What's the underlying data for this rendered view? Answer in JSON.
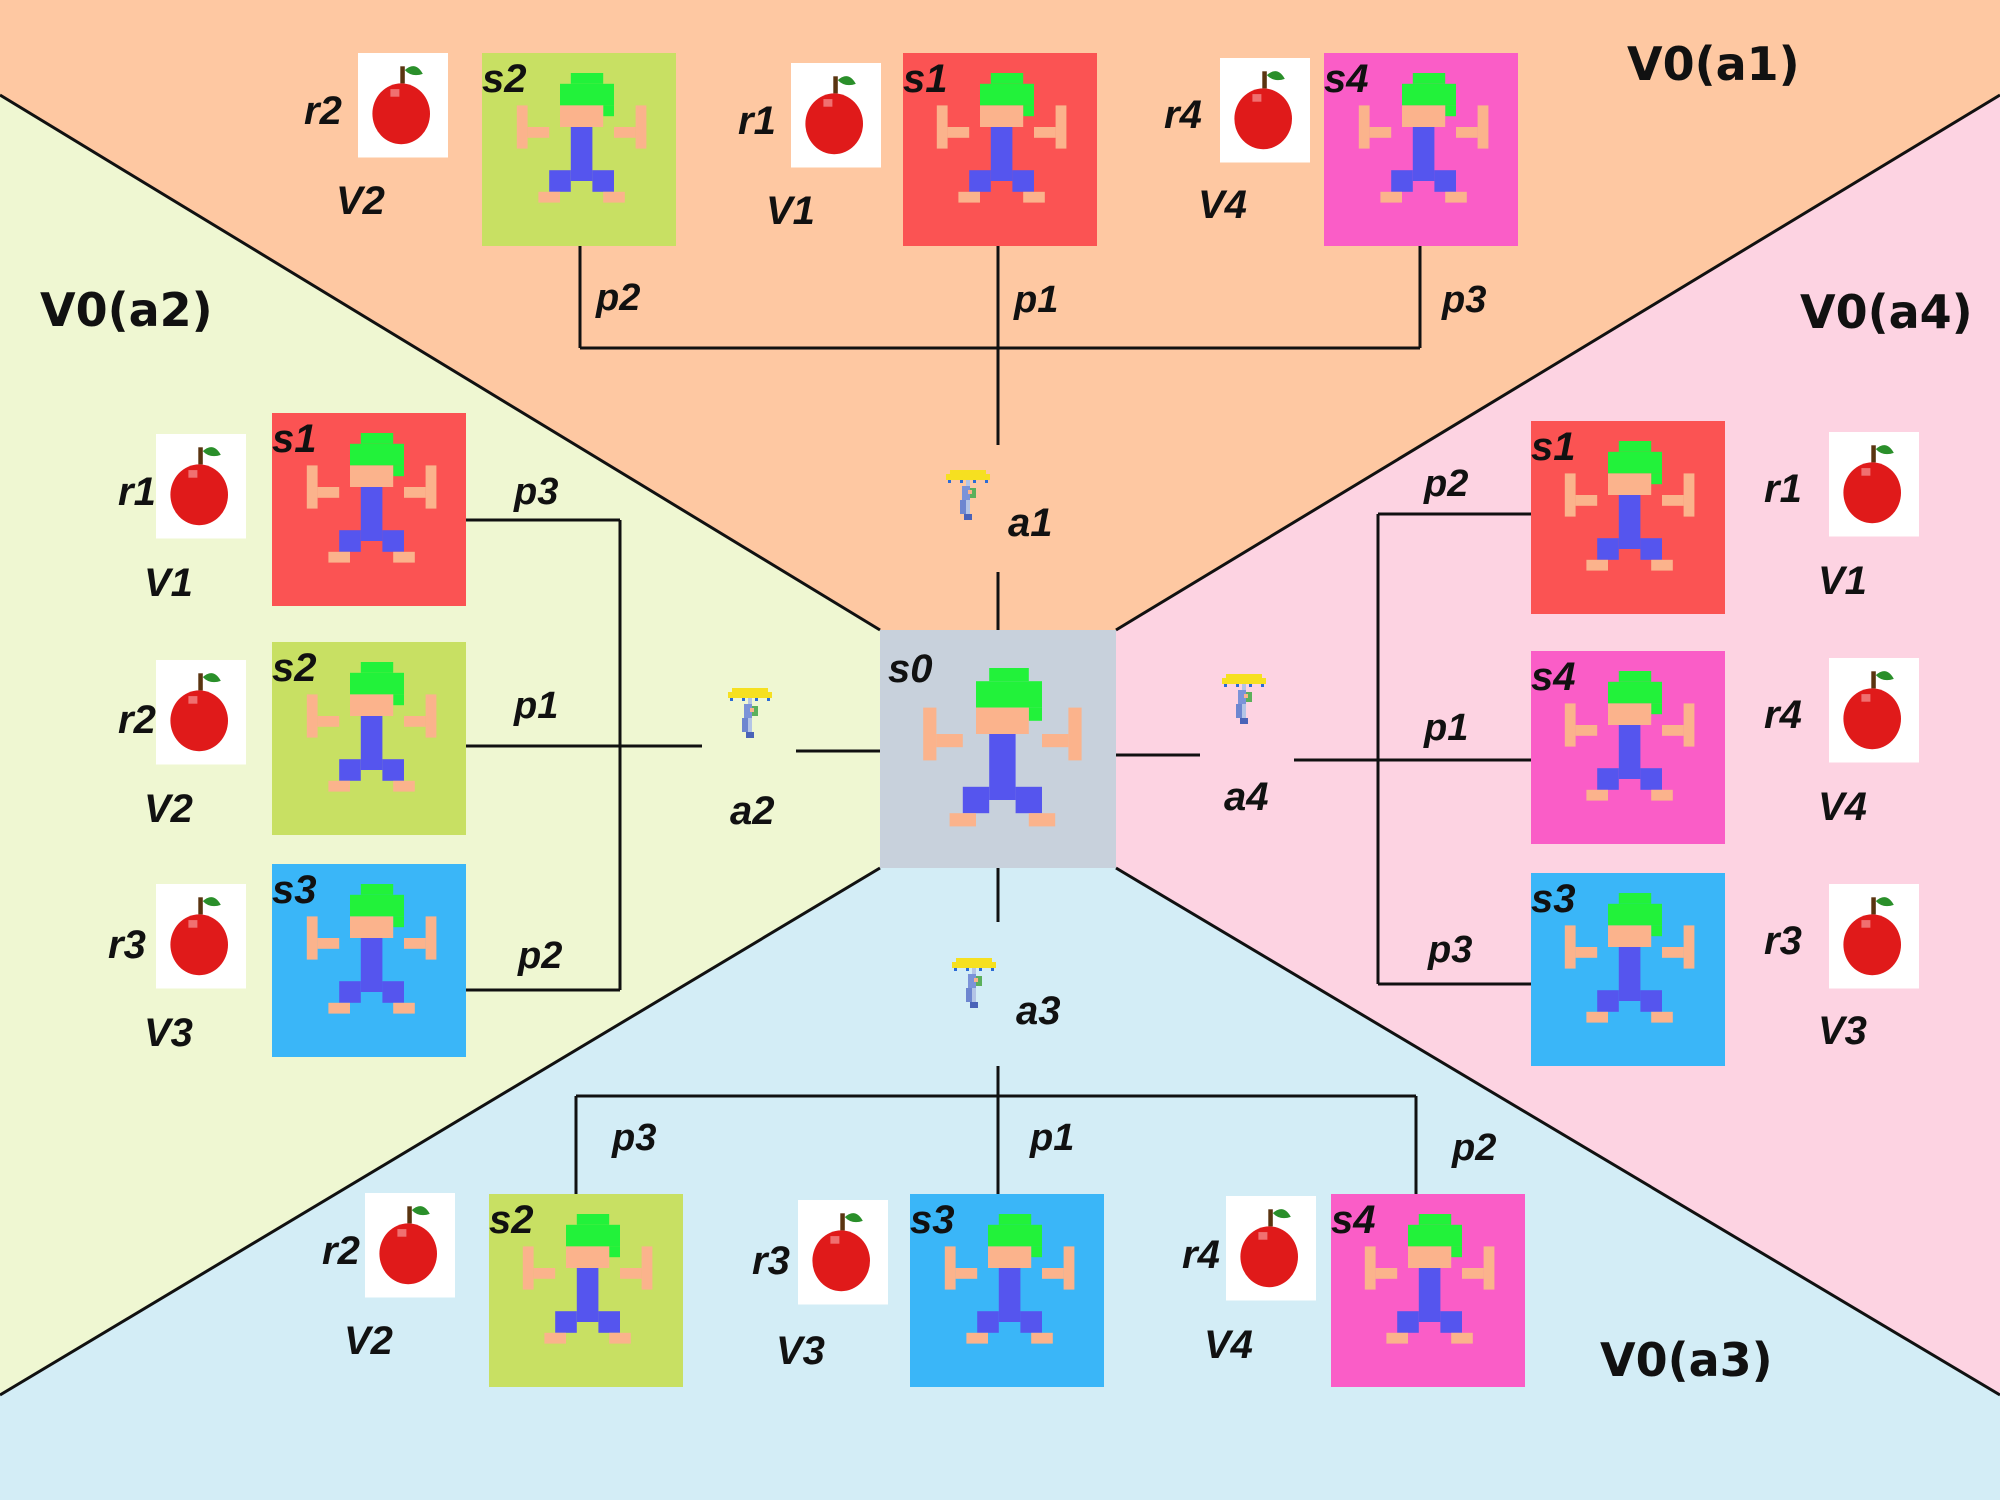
{
  "colors": {
    "region_top": "#fec8a2",
    "region_left": "#eff7d2",
    "region_right": "#fdd3e2",
    "region_bottom": "#d3edf6",
    "state_s0": "#c8d1dc",
    "state_s1": "#fb5353",
    "state_s2": "#c8e063",
    "state_s3": "#3ab6f8",
    "state_s4": "#fa5dc7",
    "hair": "#22f23a",
    "skin": "#fbb38c",
    "body": "#5555ee",
    "apple": "#e01a1a",
    "leaf": "#2a8f2a"
  },
  "icons": {
    "agent": "agent-sprite-icon",
    "reward": "apple-icon",
    "character": "character-sprite-icon"
  },
  "regions": {
    "top": {
      "title": "V0(a1)"
    },
    "left": {
      "title": "V0(a2)"
    },
    "right": {
      "title": "V0(a4)"
    },
    "bottom": {
      "title": "V0(a3)"
    }
  },
  "center": {
    "state": "s0"
  },
  "actions": {
    "top": "a1",
    "left": "a2",
    "right": "a4",
    "bottom": "a3"
  },
  "branches": {
    "top": [
      {
        "state": "s2",
        "reward": "r2",
        "value": "V2",
        "prob": "p2"
      },
      {
        "state": "s1",
        "reward": "r1",
        "value": "V1",
        "prob": "p1"
      },
      {
        "state": "s4",
        "reward": "r4",
        "value": "V4",
        "prob": "p3"
      }
    ],
    "left": [
      {
        "state": "s1",
        "reward": "r1",
        "value": "V1",
        "prob": "p3"
      },
      {
        "state": "s2",
        "reward": "r2",
        "value": "V2",
        "prob": "p1"
      },
      {
        "state": "s3",
        "reward": "r3",
        "value": "V3",
        "prob": "p2"
      }
    ],
    "right": [
      {
        "state": "s1",
        "reward": "r1",
        "value": "V1",
        "prob": "p2"
      },
      {
        "state": "s4",
        "reward": "r4",
        "value": "V4",
        "prob": "p1"
      },
      {
        "state": "s3",
        "reward": "r3",
        "value": "V3",
        "prob": "p3"
      }
    ],
    "bottom": [
      {
        "state": "s2",
        "reward": "r2",
        "value": "V2",
        "prob": "p3"
      },
      {
        "state": "s3",
        "reward": "r3",
        "value": "V3",
        "prob": "p1"
      },
      {
        "state": "s4",
        "reward": "r4",
        "value": "V4",
        "prob": "p2"
      }
    ]
  }
}
